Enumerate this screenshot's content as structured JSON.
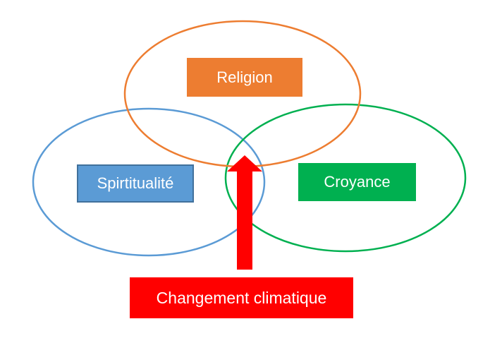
{
  "diagram": {
    "nodes": {
      "religion": {
        "label": "Religion",
        "fill": "#ED7D31",
        "ring": "#ED7D31"
      },
      "spiritualite": {
        "label": "Spirtitualité",
        "fill": "#5B9BD5",
        "ring": "#5B9BD5"
      },
      "croyance": {
        "label": "Croyance",
        "fill": "#00B050",
        "ring": "#00B050"
      },
      "changement": {
        "label": "Changement climatique",
        "fill": "#FF0000"
      }
    },
    "arrow": {
      "color": "#FF0000",
      "from": "changement",
      "to": "intersection"
    }
  }
}
